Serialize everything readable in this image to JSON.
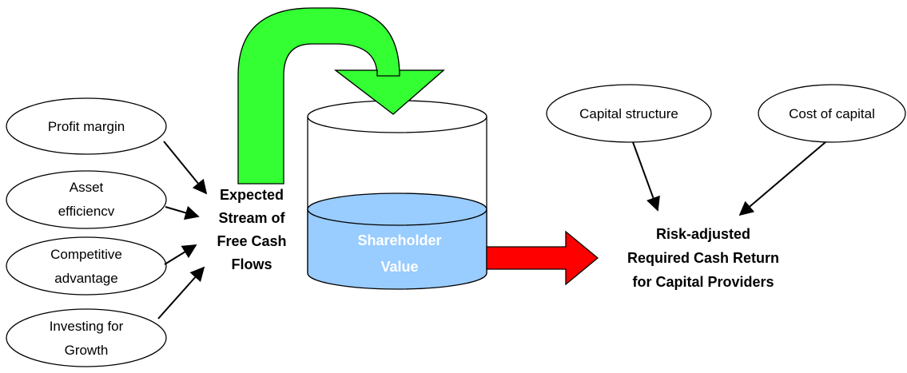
{
  "drivers": [
    {
      "id": "profit-margin",
      "lines": [
        "Profit margin"
      ]
    },
    {
      "id": "asset-efficiency",
      "lines": [
        "Asset",
        "efficiencv"
      ]
    },
    {
      "id": "competitive-advantage",
      "lines": [
        "Competitive",
        "advantage"
      ]
    },
    {
      "id": "investing-for-growth",
      "lines": [
        "Investing for",
        "Growth"
      ]
    }
  ],
  "cash_flows": [
    "Expected",
    "Stream of",
    "Free Cash",
    "Flows"
  ],
  "shareholder_value": [
    "Shareholder",
    "Value"
  ],
  "capital_inputs": [
    {
      "id": "capital-structure",
      "lines": [
        "Capital structure"
      ]
    },
    {
      "id": "cost-of-capital",
      "lines": [
        "Cost of capital"
      ]
    }
  ],
  "required_return": [
    "Risk-adjusted",
    "Required Cash Return",
    "for Capital Providers"
  ],
  "colors": {
    "green_arrow": "#33FF33",
    "red_arrow": "#FF0000",
    "liquid": "#99CCFF",
    "value_text": "#FFFFFF"
  }
}
